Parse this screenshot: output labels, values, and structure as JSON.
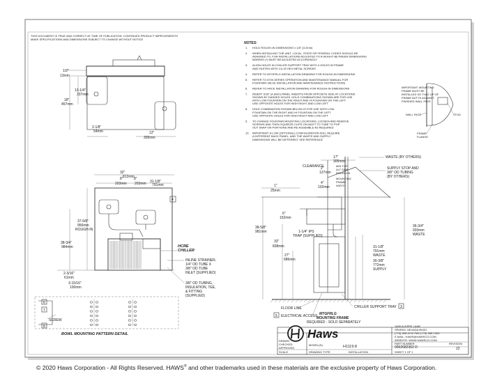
{
  "disclaimer": [
    "THIS DOCUMENT IS TRUE AND CORRECT AT TIME OF PUBLICATION. CONTINUED PRODUCT IMPROVEMENTS",
    "MAKE SPECIFICATIONS AND DIMENSIONS SUBJECT TO CHANGE WITHOUT NOTICE"
  ],
  "notes": {
    "title": "NOTES:",
    "items": [
      {
        "n": "1.",
        "lines": [
          "HOLD ROUGH-IN DIMENSIONS ± 1/8\" (3.2mm)"
        ]
      },
      {
        "n": "2.",
        "lines": [
          "WHEN INSTALLING THE UNIT, LOCAL, STATE OR FEDERAL CODES SHOULD BE",
          "ADHERED TO.  FOR INSTALLATIONS ADJUSTED TO A HEIGHT BETWEEN DIMENSIONS",
          "MARKED (*) MUST BE ADJUSTED ACCORDINGLY"
        ]
      },
      {
        "n": "3.",
        "lines": [
          "ALIGN HOLES IN CHILLER SUPPORT TRAY WITH 4 HOLES IN FRAME",
          "AND FASTEN WITH 1/4-20 HEX METAL SCREWS"
        ]
      },
      {
        "n": "4.",
        "lines": [
          "REFER TO MTGFRLG INSTALLATION DRAWING FOR ROUGH-IN DIMENSIONS"
        ]
      },
      {
        "n": "5.",
        "lines": [
          "REFER TO 6700-SERIES OPERATION AND MAINTENANCE MANUAL FOR",
          "FOUNTAIN VALVE INSTALLATION AND MAINTENANCE INSTRUCTIONS"
        ]
      },
      {
        "n": "6.",
        "lines": [
          "REFER TO HRCE INSTALLATION DRAWING FOR ROUGH-IN DIMENSIONS"
        ]
      },
      {
        "n": "7.",
        "lines": [
          "INSERT 3/16\" (4.8mm) PANEL INSERTS FROM OPPOSITE SIDE AT LOCATIONS",
          "SHOWN BY DASHED HOLES. HOLE COMBINATIONS SHOWN ARE FOR USE",
          "WITH LOW FOUNTAIN ON THE RIGHT AND HI FOUNTAIN ON THE LEFT.",
          "USE OPPOSITE HOLES FOR HIGH RIGHT AND LOW LEFT"
        ]
      },
      {
        "n": "8.",
        "lines": [
          "HOLE COMBINATION SHOWN BELOW IS FOR USE WITH LOW",
          "FOUNTAIN ON THE RIGHT AND HI FOUNTAIN ON THE LEFT.",
          "USE OPPOSITE HOLES FOR HIGH RIGHT AND LOW LEFT"
        ]
      },
      {
        "n": "9.",
        "lines": [
          "TO CHANGE FOUNTAIN MOUNTING LOCATIONS, LOOSEN AND REMOVE",
          "SCREWS AND THEN SQUEEZE CLIPS ON INLET TO TUBE TO POP",
          "OUT SNAP ON PORTIONS AND RE-ASSEMBLE AS REQUIRED"
        ]
      },
      {
        "n": "10.",
        "lines": [
          "IMPORTANT: A LOW (OPTIONAL) CONFIGURATION WILL REQUIRE",
          "A DIFFERENT BACK PANEL, AND THE WASTE AND SUPPLY",
          "DIMENSIONS WILL BE DIFFERENT. SEE REFERENCE"
        ]
      }
    ]
  },
  "top_view": {
    "dims": [
      "1/2\"",
      "13mm",
      "13-1/4\"",
      "337mm",
      "18\"",
      "457mm",
      "2-1/8\"",
      "54mm",
      "12\"",
      "305mm"
    ]
  },
  "front_view": {
    "dims": [
      "32\"",
      "813mm",
      "31-1/8\"",
      "791mm",
      "8\"",
      "203mm",
      "8\"",
      "203mm",
      "37-5/8\"",
      "956mm",
      "ROUGH-IN",
      "38-3/4\"",
      "984mm",
      "2-3/16\"",
      "61mm",
      "3-15/16\"",
      "100mm"
    ],
    "labels": {
      "hrce": "HCRE",
      "chiller": "CHILLER",
      "strainer": [
        "INLINE STRAINER,",
        "1/4\" OD TUBE X",
        "3/8\" OD TUBE",
        "INLET (SUPPLIED)"
      ],
      "tubing": [
        "3/8\" OD TUBING,",
        "INSULATION, TEE,",
        "& FITTING",
        "(SUPPLIED)"
      ],
      "callout": "4"
    }
  },
  "bowl_detail": {
    "title": "BOWL MOUNTING PATTERN DETAIL",
    "screw": "SCREW",
    "callouts": [
      "6",
      "7",
      "8"
    ]
  },
  "side_view": {
    "dims": [
      "1\"",
      "25mm",
      "17\"",
      "305mm",
      "2\"",
      "127mm",
      "4\"",
      "102mm",
      "6\"",
      "152mm",
      "36-3/4\"",
      "933mm",
      "38-5/8\"",
      "981mm",
      "33\"",
      "838mm",
      "27\"",
      "686mm",
      "31-1/8\"",
      "791mm",
      "30-3/8\"",
      "772mm"
    ],
    "labels": {
      "clearance": "CLEARANCE",
      "min_top": [
        "MIN TOP",
        "ALT SIDE",
        "ROUGH-IN"
      ],
      "frame": [
        "MOUNTING",
        "FRAME",
        "WIDTH"
      ],
      "waste_by_others": "WASTE (BY OTHERS)",
      "supply_stop": [
        "SUPPLY STOP AND",
        "3/8\" OD TUBING",
        "(BY OTHERS)"
      ],
      "trap": [
        "1-1/4\" IPS",
        "TRAP (SUPPLIED)"
      ],
      "waste": "WASTE",
      "supply": "SUPPLY",
      "floor_line": "FLOOR LINE",
      "electrical": "ELECTRICAL ACCESS",
      "chiller_tray": "CHILLER SUPPORT TRAY",
      "mtgfrlg": "MTGFRLG",
      "mounting_frame": "MOUNTING FRAME",
      "required": "REQUIRED - SOLD SEPARATELY",
      "callout_3": "3",
      "callout_5": "5"
    }
  },
  "wall_detail": {
    "important": [
      "IMPORTANT: MOUNTING",
      "FRAME MUST BE",
      "INSTALLED SO THAT LIP OF",
      "FRAME BUTTS AGAINST",
      "FINISHED WALL FACE"
    ],
    "wall_face": "WALL FACE",
    "stud": "STUD",
    "frame_flange": [
      "FRAME",
      "FLANGE"
    ]
  },
  "title_block": {
    "brand": "Haws",
    "address": [
      "1455 KLEPPE LANE",
      "SPARKS, NEVADA 89431",
      "(775) 359-4712  FAX (775) 359-7424",
      "E-MAIL: HAWS@HAWSCO.COM",
      "WEBSITE: WWW.HAWSCO.COM"
    ],
    "models_label": "MODEL(S):",
    "model": "H1119.8",
    "part_number_label": "PART NUMBER",
    "part_number": "0002682362 D",
    "revision_label": "REVISION",
    "revision": "22",
    "sheet": "SHEET 1 OF 1",
    "meta": [
      "DRAWN",
      "CHECKED",
      "APPROVED",
      "SCALE",
      "DRAWING TYPE",
      "INSTALLATION"
    ]
  },
  "copyright": {
    "text_a": "© 2020 Haws Corporation - All Rights Reserved.  HAWS",
    "reg": "®",
    "text_b": " and other trademarks used in these materials are the exclusive property of Haws Corporation."
  }
}
